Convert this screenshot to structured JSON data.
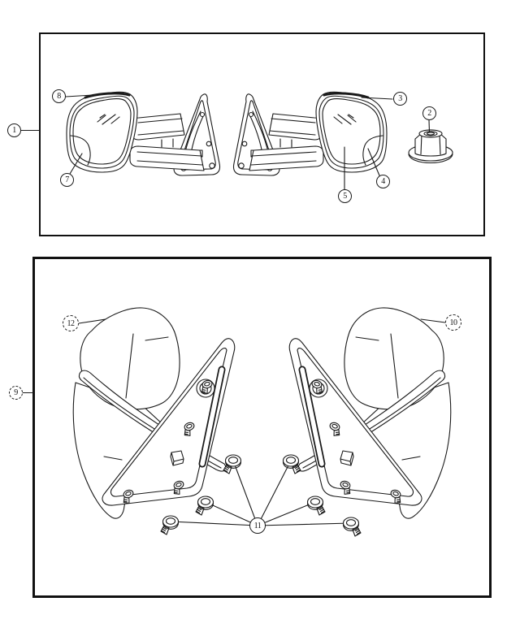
{
  "colors": {
    "background": "#ffffff",
    "line": "#1a1a1a"
  },
  "callouts": {
    "c1": {
      "label": "1"
    },
    "c2": {
      "label": "2"
    },
    "c3": {
      "label": "3"
    },
    "c4": {
      "label": "4"
    },
    "c5": {
      "label": "5"
    },
    "c7": {
      "label": "7"
    },
    "c8": {
      "label": "8"
    },
    "c9": {
      "label": "9"
    },
    "c10": {
      "label": "10"
    },
    "c11": {
      "label": "11"
    },
    "c12": {
      "label": "12"
    }
  }
}
